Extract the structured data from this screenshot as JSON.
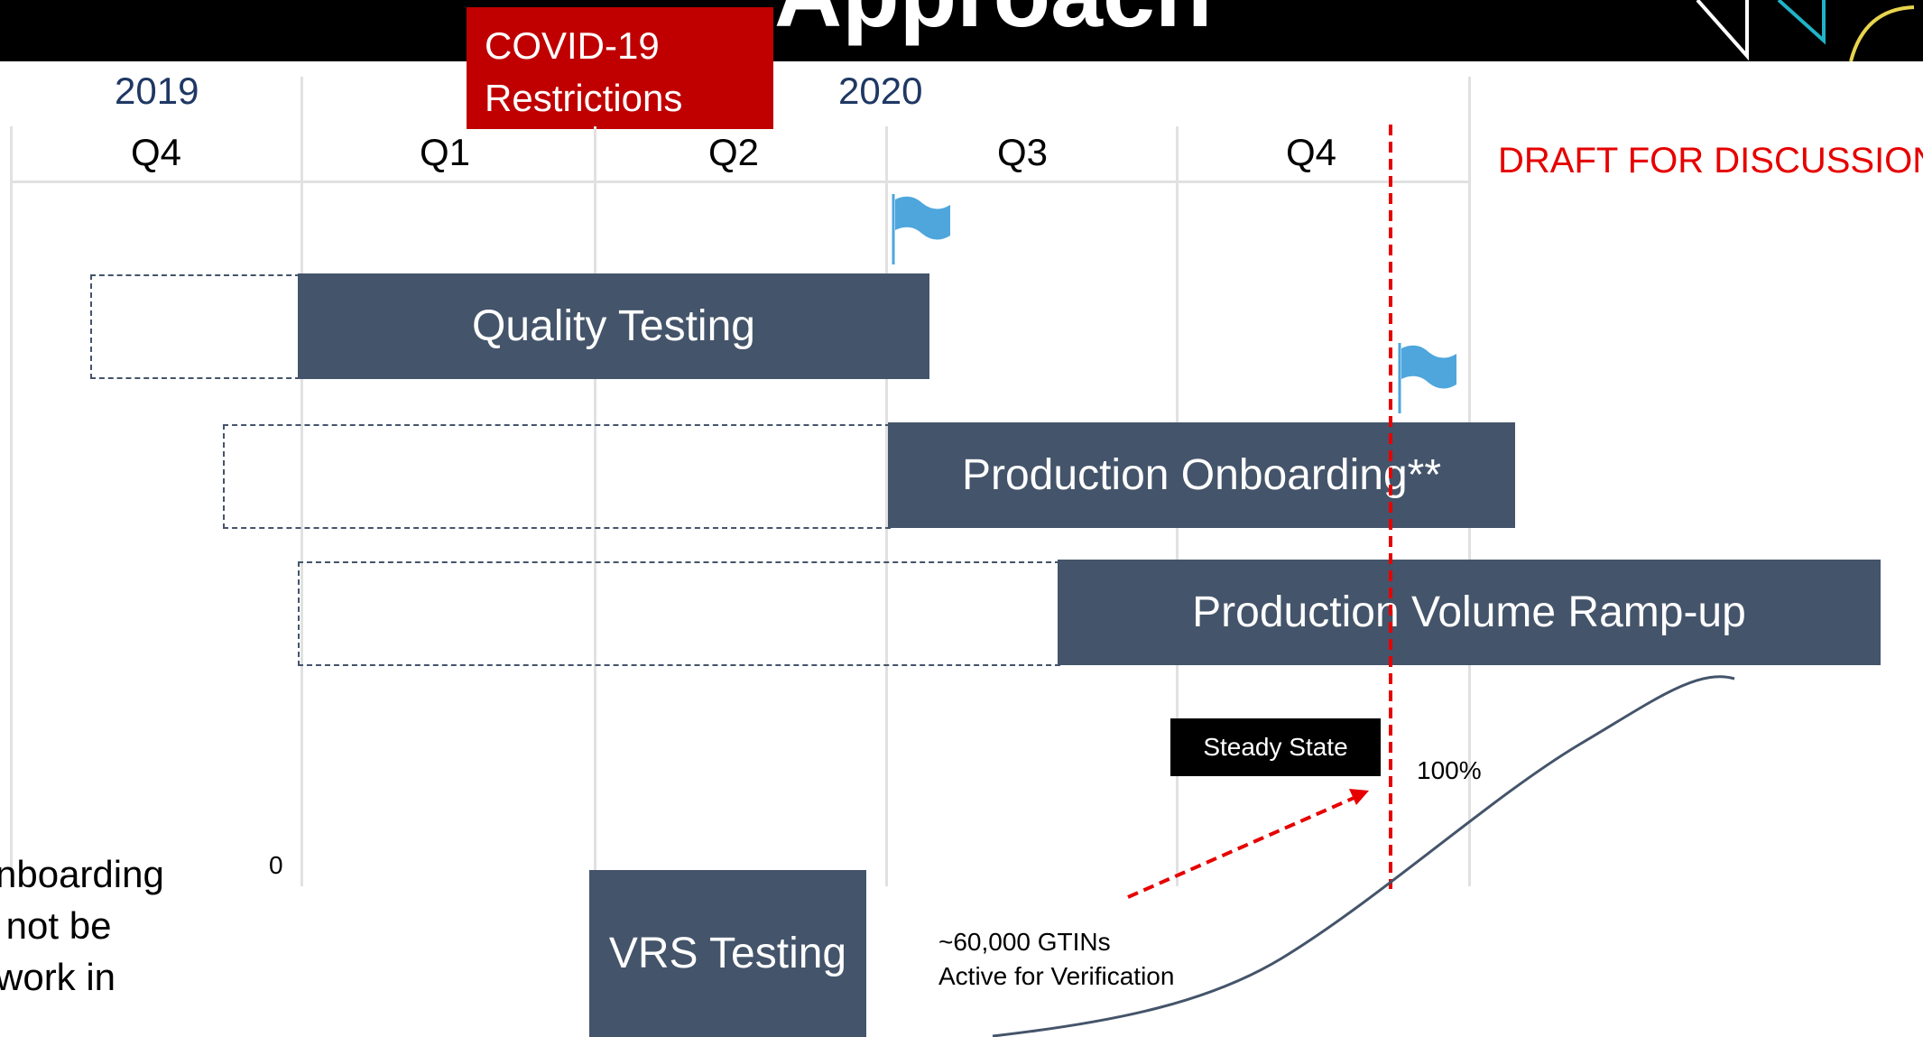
{
  "header": {
    "title": "Approach"
  },
  "callout": {
    "line1": "COVID-19",
    "line2": "Restrictions",
    "color": "#c00000"
  },
  "timeline": {
    "years": [
      "2019",
      "2020"
    ],
    "quarters": [
      "Q4",
      "Q1",
      "Q2",
      "Q3",
      "Q4"
    ]
  },
  "draft_label": "DRAFT FOR DISCUSSION",
  "bars": {
    "quality": "Quality Testing",
    "onboarding": "Production Onboarding**",
    "rampup": "Production Volume Ramp-up",
    "vrs": "VRS Testing"
  },
  "curve": {
    "steady_state": "Steady State",
    "hundred": "100%",
    "zero": "0",
    "gtins_line1": "~60,000 GTINs",
    "gtins_line2": "Active for Verification"
  },
  "footnote": {
    "line1": "nboarding",
    "line2": " not be",
    "line3": "work in"
  },
  "colors": {
    "bar": "#44546a",
    "milestone_flag": "#4ea6dc",
    "deadline_line": "#e60000",
    "draft_text": "#e60000",
    "year_text": "#1f3864"
  },
  "icons": [
    "milestone-flag-icon",
    "brand-logo-icon"
  ]
}
